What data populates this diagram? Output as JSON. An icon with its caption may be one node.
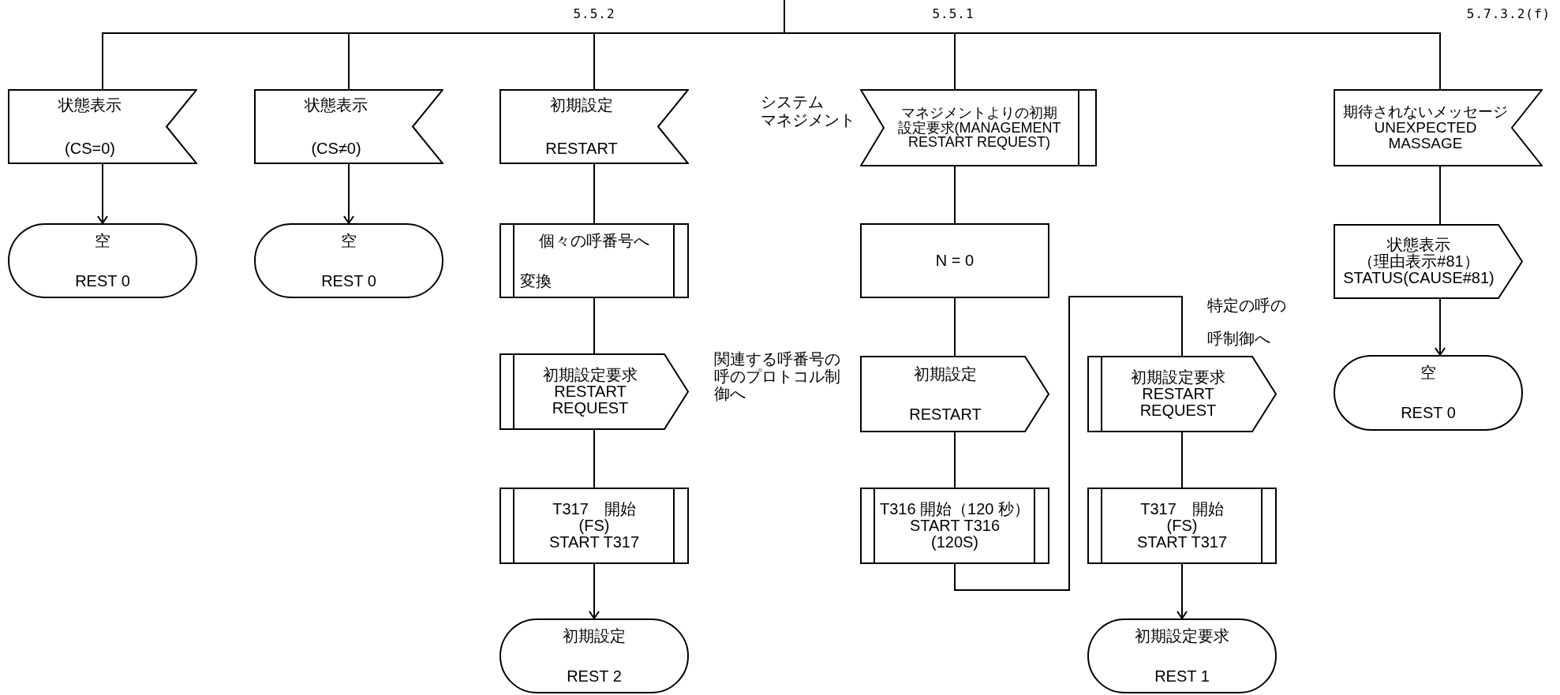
{
  "diagram": {
    "nodes": [
      {
        "text": [
          "状態表示",
          "(CS=0)"
        ]
      },
      {
        "text": [
          "状態表示",
          "(CS≠0)"
        ]
      },
      {
        "text": [
          "初期設定",
          "RESTART"
        ]
      },
      {
        "text": [
          "空",
          "REST 0"
        ]
      },
      {
        "text": [
          "空",
          "REST 0"
        ]
      },
      {
        "text": [
          "個々の呼番号へ",
          "変換"
        ]
      },
      {
        "text": [
          "初期設定要求",
          "RESTART REQUEST"
        ]
      },
      {
        "text": [
          "T317　開始 (FS)",
          "START T317"
        ]
      },
      {
        "text": [
          "初期設定",
          "REST 2"
        ]
      },
      {
        "text": [
          "マネジメントよりの初期設定要求(MANAGEMENT RESTART REQUEST)"
        ],
        "beside": [
          "システム",
          "マネジメント"
        ]
      },
      {
        "text": [
          "N = 0"
        ]
      },
      {
        "text": [
          "初期設定",
          "RESTART"
        ],
        "beside": [
          "関連する呼番号の呼のプロトコル制御へ"
        ]
      },
      {
        "text": [
          "T316 開始（120 秒）",
          "START T316 (120S)"
        ]
      },
      {
        "text": [
          "初期設定要求",
          "RESTART REQUEST"
        ]
      },
      {
        "text": [
          "T317　開始 (FS)",
          "START T317"
        ]
      },
      {
        "text": [
          "初期設定要求",
          "REST 1"
        ]
      },
      {
        "text": [
          "期待されないメッセージ",
          "UNEXPECTED MASSAGE"
        ]
      },
      {
        "text": [
          "状態表示",
          "（理由表示#81）",
          "STATUS(CAUSE#81)"
        ]
      },
      {
        "text": [
          "空",
          "REST 0"
        ]
      }
    ],
    "edges": [
      {
        "from": null,
        "to": 0,
        "arrow": "none"
      },
      {
        "from": null,
        "to": 1,
        "arrow": "none"
      },
      {
        "from": null,
        "to": 2,
        "arrow": "none"
      },
      {
        "from": null,
        "to": 9,
        "arrow": "none"
      },
      {
        "from": null,
        "to": 16,
        "arrow": "none"
      },
      {
        "from": 0,
        "to": 3,
        "arrow": "to"
      },
      {
        "from": 1,
        "to": 4,
        "arrow": "to"
      },
      {
        "from": 2,
        "to": 5,
        "arrow": "none"
      },
      {
        "from": 5,
        "to": 6,
        "arrow": "none"
      },
      {
        "from": 6,
        "to": 7,
        "arrow": "none"
      },
      {
        "from": 7,
        "to": 8,
        "arrow": "to"
      },
      {
        "from": 9,
        "to": 10,
        "arrow": "none"
      },
      {
        "from": 10,
        "to": 11,
        "arrow": "none"
      },
      {
        "from": 11,
        "to": 12,
        "arrow": "none"
      },
      {
        "from": 12,
        "to": 13,
        "arrow": "none"
      },
      {
        "from": 13,
        "to": 14,
        "arrow": "none"
      },
      {
        "from": 14,
        "to": 15,
        "arrow": "to"
      },
      {
        "from": 16,
        "to": 17,
        "arrow": "none"
      },
      {
        "from": 17,
        "to": 18,
        "arrow": "to"
      }
    ],
    "labels": [
      "5.5.2",
      "5.5.1",
      "5.7.3.2(f)",
      "特定の呼の呼制御へ"
    ]
  }
}
